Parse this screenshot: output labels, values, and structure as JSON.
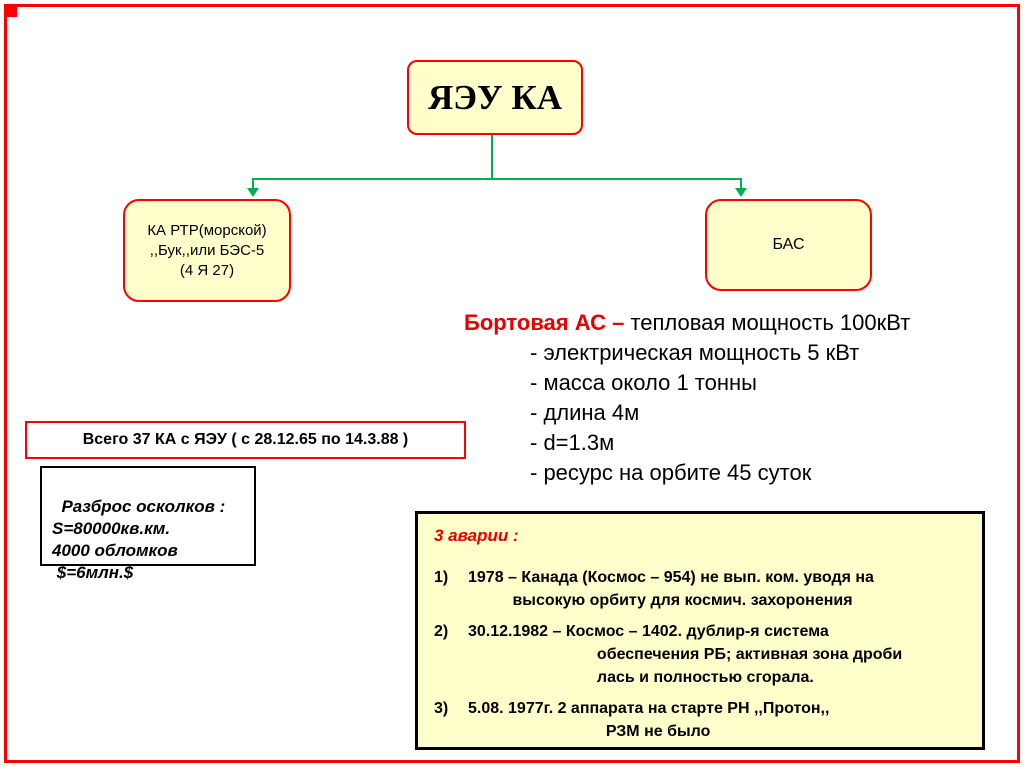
{
  "slide": {
    "background_color": "#ffffff",
    "border_color": "#ff0000",
    "box_fill_color": "#ffffcc",
    "connector_color": "#00b050",
    "accent_red": "#e60000"
  },
  "tree": {
    "root_label": "ЯЭУ КА",
    "left_node_label": "КА РТР(морской)\n,,Бук,,или БЭС-5\n(4 Я 27)",
    "right_node_label": "БАС"
  },
  "bas_details": {
    "heading_red": "Бортовая АС – ",
    "heading_black": "тепловая мощность 100кВт",
    "items": [
      "- электрическая мощность 5 кВт",
      "- масса около 1 тонны",
      "- длина 4м",
      "- d=1.3м",
      "-  ресурс на орбите 45 суток"
    ]
  },
  "total_box": {
    "text": "Всего 37 КА с ЯЭУ ( с 28.12.65 по 14.3.88 )"
  },
  "debris_box": {
    "text": "Разброс осколков :\nS=80000кв.км.\n4000 обломков\n $=6млн.$"
  },
  "accidents": {
    "title": "3 аварии :",
    "items": [
      {
        "num": "1)",
        "text": "1978 – Канада (Космос – 954) не вып. ком. уводя на\n          высокую орбиту для космич. захоронения"
      },
      {
        "num": "2)",
        "text": "30.12.1982 – Космос – 1402. дублир-я система\n                             обеспечения РБ; активная зона дроби\n                             лась и полностью сгорала."
      },
      {
        "num": "3)",
        "text": "5.08. 1977г. 2 аппарата на старте РН ,,Протон,,\n                               РЗМ не было"
      }
    ]
  }
}
